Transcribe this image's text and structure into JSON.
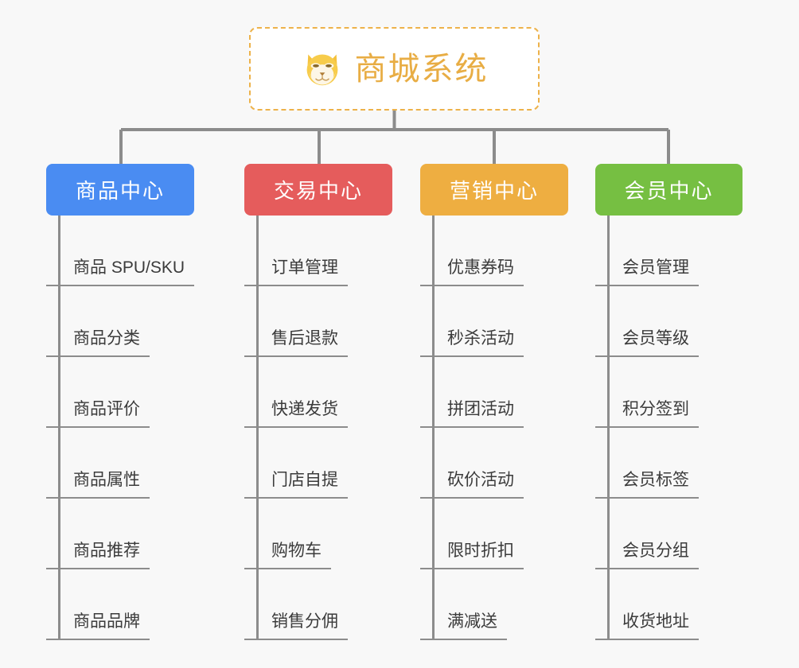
{
  "root": {
    "title": "商城系统",
    "icon": "shiba-dog-icon",
    "border_color": "#edb24a",
    "text_color": "#e8ad44",
    "background": "#ffffff"
  },
  "canvas": {
    "background": "#f8f8f8",
    "line_color": "#8c8c8c"
  },
  "branches": [
    {
      "label": "商品中心",
      "color": "#4a8cf2",
      "items": [
        "商品 SPU/SKU",
        "商品分类",
        "商品评价",
        "商品属性",
        "商品推荐",
        "商品品牌"
      ]
    },
    {
      "label": "交易中心",
      "color": "#e55c5c",
      "items": [
        "订单管理",
        "售后退款",
        "快递发货",
        "门店自提",
        "购物车",
        "销售分佣"
      ]
    },
    {
      "label": "营销中心",
      "color": "#eeae41",
      "items": [
        "优惠券码",
        "秒杀活动",
        "拼团活动",
        "砍价活动",
        "限时折扣",
        "满减送"
      ]
    },
    {
      "label": "会员中心",
      "color": "#76bf42",
      "items": [
        "会员管理",
        "会员等级",
        "积分签到",
        "会员标签",
        "会员分组",
        "收货地址"
      ]
    }
  ]
}
